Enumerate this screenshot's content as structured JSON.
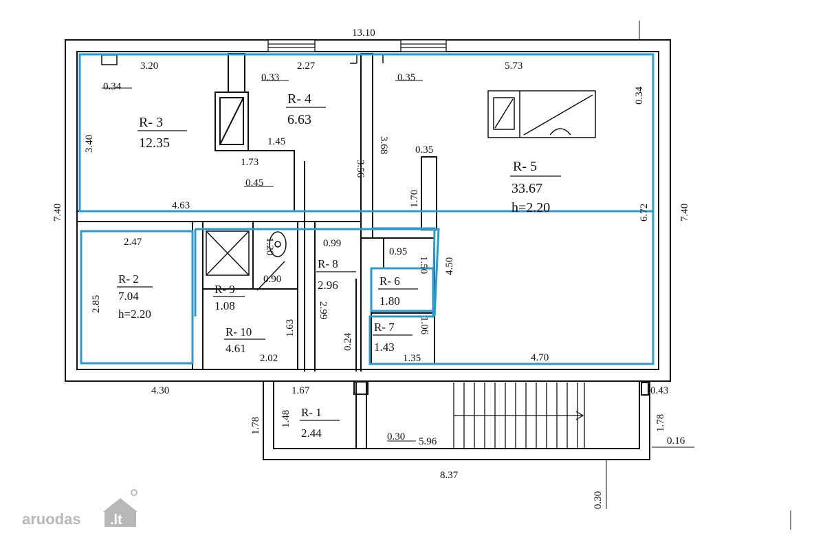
{
  "watermark": "aruodas",
  "watermark_tld": ".lt",
  "rooms": {
    "r1": {
      "id": "R- 1",
      "area": "2.44"
    },
    "r2": {
      "id": "R- 2",
      "area": "7.04",
      "height": "h=2.20"
    },
    "r3": {
      "id": "R- 3",
      "area": "12.35"
    },
    "r4": {
      "id": "R- 4",
      "area": "6.63"
    },
    "r5": {
      "id": "R- 5",
      "area": "33.67",
      "height": "h=2.20"
    },
    "r6": {
      "id": "R- 6",
      "area": "1.80"
    },
    "r7": {
      "id": "R- 7",
      "area": "1.43"
    },
    "r8": {
      "id": "R- 8",
      "area": "2.96"
    },
    "r9": {
      "id": "R- 9",
      "area": "1.08"
    },
    "r10": {
      "id": "R- 10",
      "area": "4.61"
    }
  },
  "dims": {
    "d_13_10": "13.10",
    "d_3_20": "3.20",
    "d_0_34_a": "0.34",
    "d_0_33": "0.33",
    "d_2_27": "2.27",
    "d_0_35_a": "0.35",
    "d_5_73": "5.73",
    "d_0_34_b": "0.34",
    "d_3_40": "3.40",
    "d_1_45": "1.45",
    "d_1_73": "1.73",
    "d_0_45": "0.45",
    "d_4_63": "4.63",
    "d_3_56": "3.56",
    "d_3_68": "3.68",
    "d_0_35_b": "0.35",
    "d_1_70": "1.70",
    "d_7_40_l": "7.40",
    "d_7_40_r": "7.40",
    "d_6_72": "6.72",
    "d_2_47": "2.47",
    "d_1_20": "1.20",
    "d_0_99": "0.99",
    "d_0_95": "0.95",
    "d_1_50": "1.50",
    "d_4_50": "4.50",
    "d_2_85": "2.85",
    "d_0_90": "0.90",
    "d_2_99": "2.99",
    "d_1_63": "1.63",
    "d_0_24": "0.24",
    "d_1_06": "1.06",
    "d_1_35": "1.35",
    "d_2_02": "2.02",
    "d_4_70": "4.70",
    "d_4_30": "4.30",
    "d_1_67": "1.67",
    "d_0_43": "0.43",
    "d_1_78_l": "1.78",
    "d_1_48": "1.48",
    "d_0_30_a": "0.30",
    "d_5_96": "5.96",
    "d_1_78_r": "1.78",
    "d_0_16": "0.16",
    "d_8_37": "8.37",
    "d_0_30_b": "0.30"
  },
  "colors": {
    "wall": "#111111",
    "highlight": "#2a9bd0",
    "watermark": "#b8b8b8"
  }
}
